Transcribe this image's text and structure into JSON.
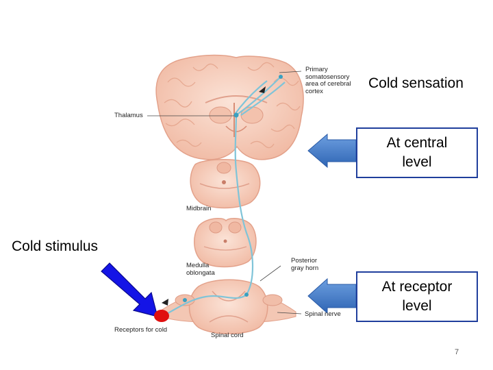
{
  "anatomy_labels": {
    "primary_cortex": "Primary\nsomatosensory\narea of cerebral\ncortex",
    "thalamus": "Thalamus",
    "midbrain": "Midbrain",
    "medulla": "Medulla\noblongata",
    "posterior_gray_horn": "Posterior\ngray horn",
    "spinal_nerve": "Spinal nerve",
    "receptors": "Receptors for cold",
    "spinal_cord": "Spinal cord"
  },
  "callouts": {
    "cold_sensation": "Cold sensation",
    "cold_stimulus": "Cold stimulus",
    "central_level": "At central\nlevel",
    "receptor_level": "At receptor\nlevel"
  },
  "page_number": "7",
  "colors": {
    "tissue": "#f6cfbd",
    "tissue_dark": "#e7a48f",
    "pathway": "#7fc4d8",
    "box_border": "#1f3e9c",
    "arrow_fill": "#3d78c5",
    "stimulus_arrow": "#1414e6",
    "receptor_dot": "#e01010"
  }
}
